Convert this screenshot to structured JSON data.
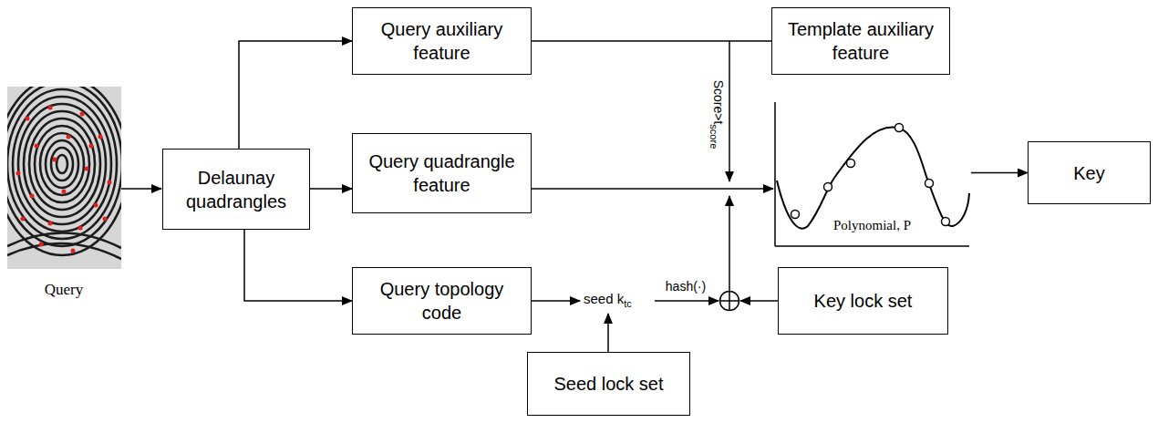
{
  "diagram": {
    "nodes": [
      {
        "text": [
          "Query auxiliary feature"
        ]
      },
      {
        "text": [
          "Template auxiliary feature"
        ]
      },
      {
        "text": [
          "Delaunay quadrangles"
        ]
      },
      {
        "text": [
          "Query quadrangle feature"
        ]
      },
      {
        "text": [
          "Polynomial, P"
        ]
      },
      {
        "text": [
          "Key"
        ]
      },
      {
        "text": [
          "Query topology code"
        ]
      },
      {
        "text": [
          "Key lock set"
        ]
      },
      {
        "text": [
          "Seed lock set"
        ]
      }
    ],
    "edges": [
      {
        "from": 2,
        "to": 0,
        "arrow": "to"
      },
      {
        "from": 2,
        "to": 3,
        "arrow": "to"
      },
      {
        "from": 2,
        "to": 6,
        "arrow": "to"
      },
      {
        "from": 0,
        "to": 1,
        "arrow": "none"
      },
      {
        "from": 3,
        "to": 4,
        "arrow": "to"
      },
      {
        "from": 4,
        "to": 5,
        "arrow": "to"
      }
    ],
    "labels": [
      "Query",
      "Score>t",
      "score",
      "seed k",
      "tc",
      "hash(·)"
    ]
  }
}
